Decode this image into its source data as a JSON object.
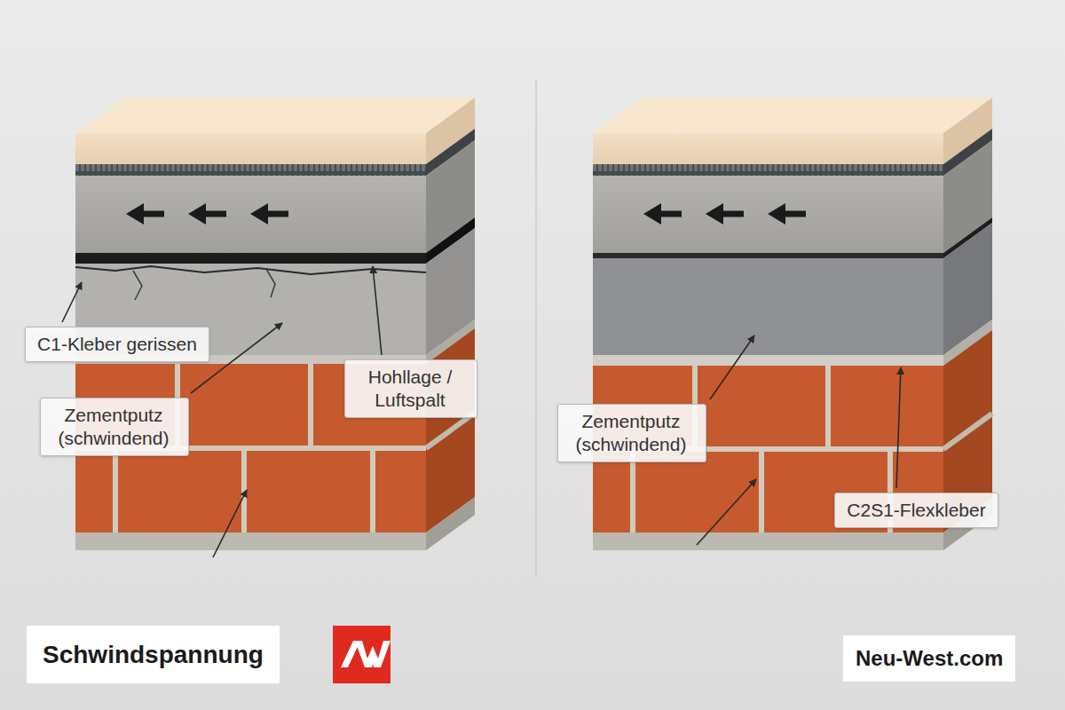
{
  "diagram": {
    "title": "Schwindspannung",
    "nodes": [
      {
        "text": [
          "C1-Kleber gerissen"
        ]
      },
      {
        "text": [
          "Zementputz (schwindend)"
        ]
      },
      {
        "text": [
          "Hohllage / Luftspalt"
        ]
      },
      {
        "text": [
          "Zementputz (schwindend)"
        ]
      },
      {
        "text": [
          "C2S1-Flexkleber"
        ]
      }
    ],
    "labels": [
      "Neu-West.com"
    ]
  }
}
